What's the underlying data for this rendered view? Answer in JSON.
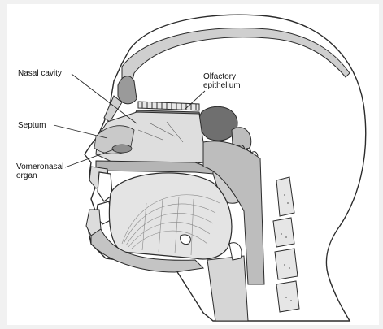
{
  "labels": {
    "nasal_cavity": "Nasal cavity",
    "olfactory_line1": "Olfactory",
    "olfactory_line2": "epithelium",
    "septum": "Septum",
    "vomeronasal_line1": "Vomeronasal",
    "vomeronasal_line2": "organ"
  },
  "colors": {
    "background": "#ffffff",
    "outline": "#2b2b2b",
    "tissue_light": "#d9d9d9",
    "tissue_mid": "#b8b8b8",
    "tissue_dark": "#7a7a7a",
    "bone_fill": "#e6e6e6"
  }
}
